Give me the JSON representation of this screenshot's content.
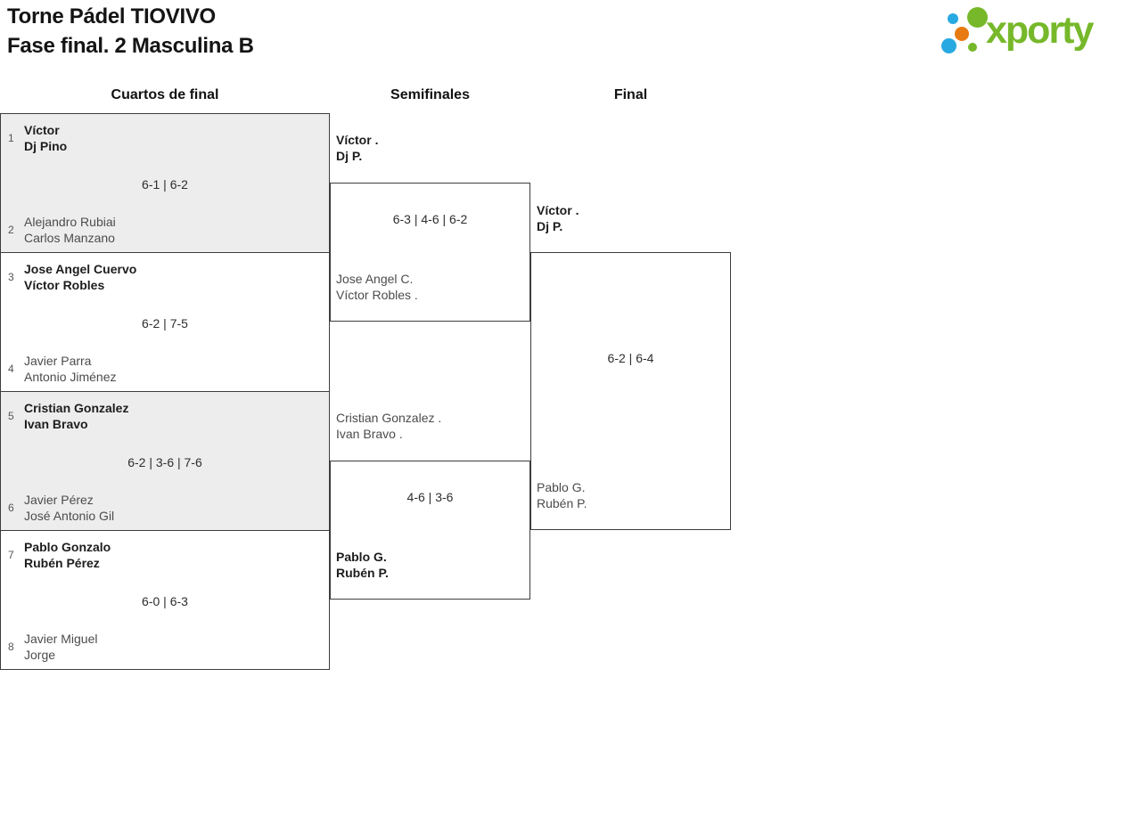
{
  "page": {
    "title_line1": "Torne Pádel TIOVIVO",
    "title_line2": "Fase final. 2 Masculina B"
  },
  "logo": {
    "text": "xporty",
    "green": "#76b82a",
    "blue": "#29a9e1",
    "orange": "#e87a12"
  },
  "round_headers": {
    "quarterfinals": "Cuartos de final",
    "semifinals": "Semifinales",
    "final": "Final"
  },
  "quarterfinals": [
    {
      "seed_top": "1",
      "top": [
        "Víctor",
        "Dj Pino"
      ],
      "score": "6-1 | 6-2",
      "seed_bottom": "2",
      "bottom": [
        "Alejandro Rubiai",
        "Carlos Manzano"
      ],
      "winner": "top"
    },
    {
      "seed_top": "3",
      "top": [
        "Jose Angel Cuervo",
        "Víctor Robles"
      ],
      "score": "6-2 | 7-5",
      "seed_bottom": "4",
      "bottom": [
        "Javier Parra",
        "Antonio Jiménez"
      ],
      "winner": "top"
    },
    {
      "seed_top": "5",
      "top": [
        "Cristian Gonzalez",
        "Ivan Bravo"
      ],
      "score": "6-2 | 3-6 | 7-6",
      "seed_bottom": "6",
      "bottom": [
        "Javier Pérez",
        "José Antonio Gil"
      ],
      "winner": "top"
    },
    {
      "seed_top": "7",
      "top": [
        "Pablo Gonzalo",
        "Rubén Pérez"
      ],
      "score": "6-0 | 6-3",
      "seed_bottom": "8",
      "bottom": [
        "Javier Miguel",
        "Jorge"
      ],
      "winner": "top"
    }
  ],
  "semifinals": [
    {
      "top": [
        "Víctor .",
        "Dj P."
      ],
      "score": "6-3 | 4-6 | 6-2",
      "bottom": [
        "Jose Angel C.",
        "Víctor Robles ."
      ],
      "winner": "top"
    },
    {
      "top": [
        "Cristian Gonzalez .",
        "Ivan Bravo ."
      ],
      "score": "4-6 | 3-6",
      "bottom": [
        "Pablo G.",
        "Rubén P."
      ],
      "winner": "bottom"
    }
  ],
  "final": {
    "top": [
      "Víctor .",
      "Dj P."
    ],
    "score": "6-2 | 6-4",
    "bottom": [
      "Pablo G.",
      "Rubén P."
    ],
    "winner": "top"
  }
}
